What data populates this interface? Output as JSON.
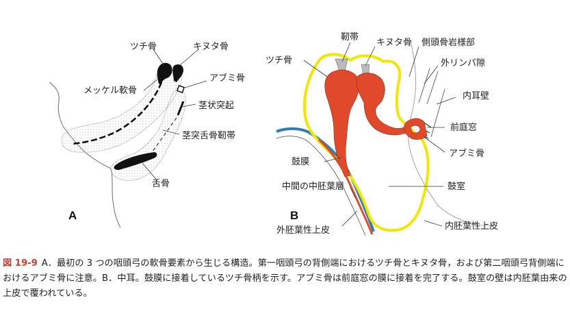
{
  "panel_a": {
    "letter": "A",
    "labels": {
      "malleus": "ツチ骨",
      "incus": "キヌタ骨",
      "stapes": "アブミ骨",
      "meckel": "メッケル軟骨",
      "styloid": "茎状突起",
      "stylohyoid": "茎突舌骨靭帯",
      "hyoid": "舌骨"
    }
  },
  "panel_b": {
    "letter": "B",
    "labels": {
      "malleus": "ツチ骨",
      "ligament": "靭帯",
      "incus": "キヌタ骨",
      "petrous": "側頭骨岩様部",
      "perilymph": "外リンパ隙",
      "inner_wall": "内耳壁",
      "oval_window": "前庭窓",
      "stapes": "アブミ骨",
      "eardrum": "鼓膜",
      "mesoderm": "中間の中胚葉層",
      "tympanic_cavity": "鼓室",
      "ectoderm": "外胚葉性上皮",
      "endoderm": "内胚葉性上皮"
    }
  },
  "caption": {
    "figure_number": "図 19-9",
    "text": "A．最初の 3 つの咽頭弓の軟骨要素から生じる構造。第一咽頭弓の背側端におけるツチ骨とキヌタ骨，および第二咽頭弓背側端におけるアブミ骨に注意。B．中耳。鼓膜に接着しているツチ骨柄を示す。アブミ骨は前庭窓の膜に接着を完了する。鼓室の壁は内胚葉由来の上皮で覆われている。"
  },
  "colors": {
    "bone": "#e04a2a",
    "endoderm_outline": "#f3e600",
    "ectoderm": "#2d7fb0",
    "caption_accent": "#d23c2a"
  }
}
